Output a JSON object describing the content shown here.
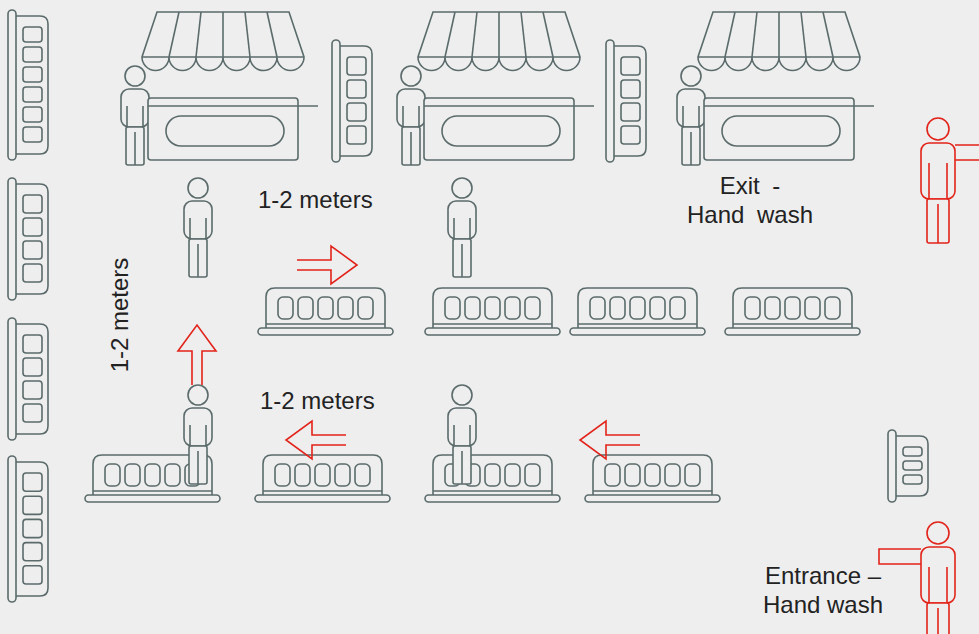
{
  "diagram": {
    "labels": [
      "1-2 meters",
      "Exit - Hand wash",
      "1-2 meters",
      "1-2 meters",
      "Entrance – Hand wash"
    ]
  }
}
